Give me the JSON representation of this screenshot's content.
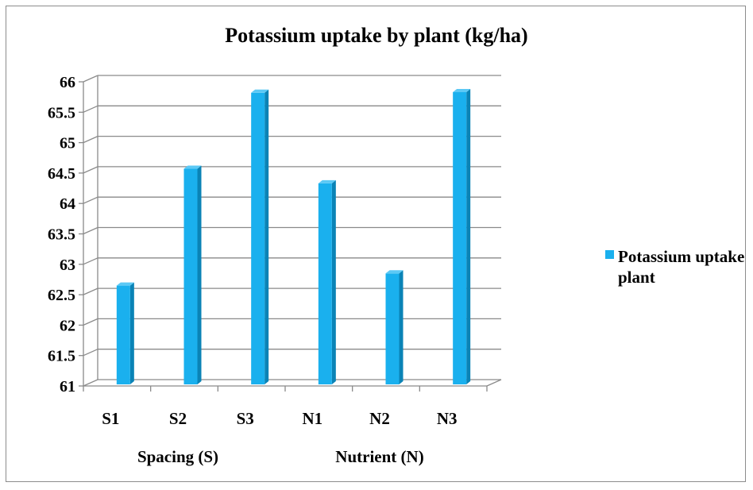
{
  "chart_data": {
    "type": "bar",
    "title": "Potassium uptake by plant (kg/ha)",
    "categories": [
      "S1",
      "S2",
      "S3",
      "N1",
      "N2",
      "N3"
    ],
    "groups": [
      {
        "label": "Spacing (S)",
        "categories": [
          "S1",
          "S2",
          "S3"
        ]
      },
      {
        "label": "Nutrient (N)",
        "categories": [
          "N1",
          "N2",
          "N3"
        ]
      }
    ],
    "series": [
      {
        "name": "Potassium uptake by plant",
        "values": [
          62.65,
          64.57,
          65.82,
          64.33,
          62.85,
          65.83
        ]
      }
    ],
    "ylim": [
      61,
      66
    ],
    "yticks": [
      "61",
      "61.5",
      "62",
      "62.5",
      "63",
      "63.5",
      "64",
      "64.5",
      "65",
      "65.5",
      "66"
    ],
    "grid": true,
    "legend": "right",
    "colors": {
      "bar_front": "#1ab0ee",
      "bar_side": "#0a83b6",
      "bar_top": "#5cc9f5",
      "grid": "#8a8a8a",
      "axis": "#8a8a8a"
    }
  }
}
